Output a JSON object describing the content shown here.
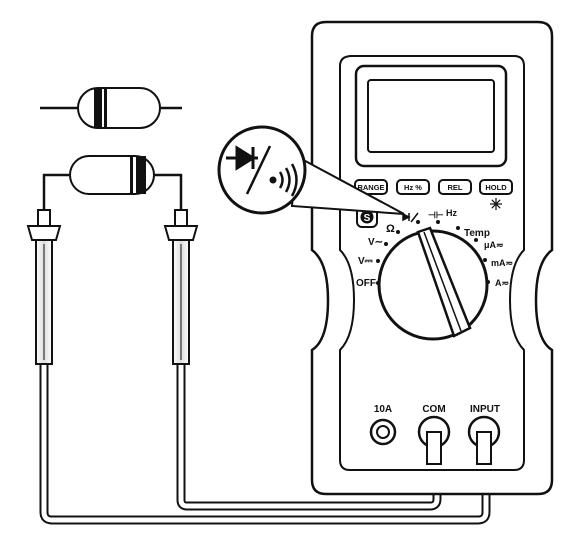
{
  "buttons": {
    "range": "RANGE",
    "hz": "Hz %",
    "rel": "REL",
    "hold": "HOLD"
  },
  "dial": {
    "off": "OFF",
    "vdc": "V⎓",
    "vac": "V∼",
    "ohm": "Ω",
    "cap": "⊣⊢",
    "hz": "Hz",
    "temp": "Temp",
    "ua": "μA≂",
    "ma": "mA≂",
    "a": "A≂"
  },
  "terminals": {
    "a10": "10A",
    "com": "COM",
    "input": "INPUT"
  },
  "callout": {
    "symbol": "diode-continuity"
  },
  "colors": {
    "ink": "#111111",
    "paper": "#ffffff"
  }
}
